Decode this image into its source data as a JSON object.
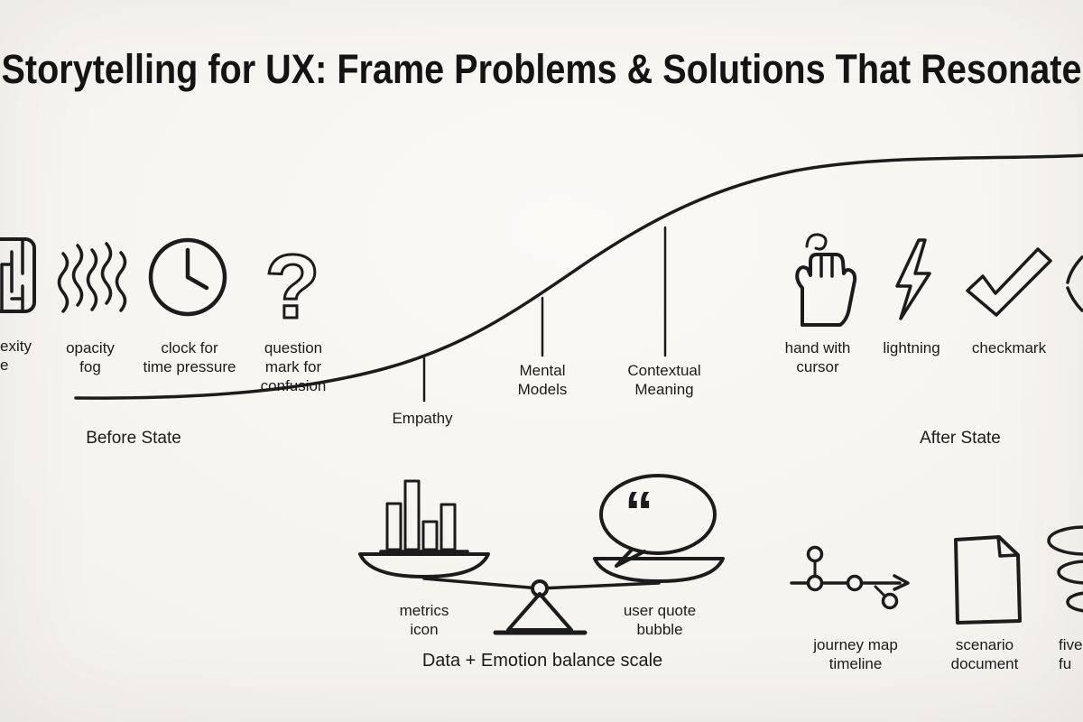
{
  "title": "Storytelling for UX: Frame Problems & Solutions That Resonate",
  "before_state": {
    "label": "Before State",
    "items": [
      {
        "icon": "complexity-maze-icon",
        "label": "exity\ne"
      },
      {
        "icon": "opacity-fog-icon",
        "label": "opacity\nfog"
      },
      {
        "icon": "clock-icon",
        "label": "clock for\ntime pressure"
      },
      {
        "icon": "question-mark-icon",
        "label": "question\nmark for\nconfusion"
      }
    ]
  },
  "curve_labels": {
    "empathy": "Empathy",
    "mental_models": "Mental\nModels",
    "contextual_meaning": "Contextual\nMeaning"
  },
  "after_state": {
    "label": "After State",
    "items": [
      {
        "icon": "hand-cursor-icon",
        "label": "hand with\ncursor"
      },
      {
        "icon": "lightning-icon",
        "label": "lightning"
      },
      {
        "icon": "checkmark-icon",
        "label": "checkmark"
      }
    ]
  },
  "balance_scale": {
    "left_pan_label": "metrics\nicon",
    "right_pan_label": "user quote\nbubble",
    "caption": "Data + Emotion balance scale"
  },
  "artifacts": {
    "items": [
      {
        "icon": "journey-map-timeline-icon",
        "label": "journey map\ntimeline"
      },
      {
        "icon": "scenario-document-icon",
        "label": "scenario\ndocument"
      },
      {
        "icon": "funnel-icon",
        "label": "five\nfu"
      }
    ]
  },
  "colors": {
    "ink": "#1c1c1c",
    "paper": "#f5f3ef"
  }
}
